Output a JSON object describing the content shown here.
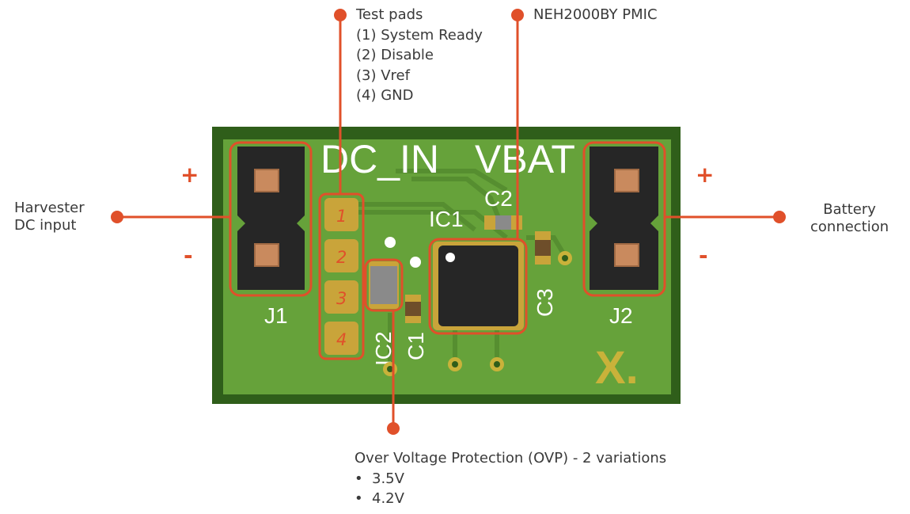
{
  "board": {
    "silkscreen_dc_in": "DC_IN",
    "silkscreen_vbat": "VBAT",
    "label_j1": "J1",
    "label_j2": "J2",
    "label_ic1": "IC1",
    "label_ic2": "IC2",
    "label_c1": "C1",
    "label_c2": "C2",
    "label_c3": "C3",
    "logo_text": "X.",
    "pad_numbers": [
      "1",
      "2",
      "3",
      "4"
    ],
    "plus_left": "+",
    "minus_left": "-",
    "plus_right": "+",
    "minus_right": "-"
  },
  "callouts": {
    "test_pads": {
      "title": "Test pads",
      "items": [
        "(1) System Ready",
        "(2) Disable",
        "(3) Vref",
        "(4) GND"
      ]
    },
    "pmic": {
      "title": "NEH2000BY PMIC"
    },
    "harvester": {
      "line1": "Harvester",
      "line2": "DC input"
    },
    "battery": {
      "line1": "Battery",
      "line2": "connection"
    },
    "ovp": {
      "title": "Over Voltage Protection (OVP) - 2 variations",
      "items": [
        "3.5V",
        "4.2V"
      ]
    }
  },
  "colors": {
    "callout": "#e0502a",
    "board_edge": "#2f5e1a",
    "board": "#66a23a",
    "pad_gold": "#c9a43a",
    "connector": "#262626",
    "text": "#3a3a3a"
  }
}
